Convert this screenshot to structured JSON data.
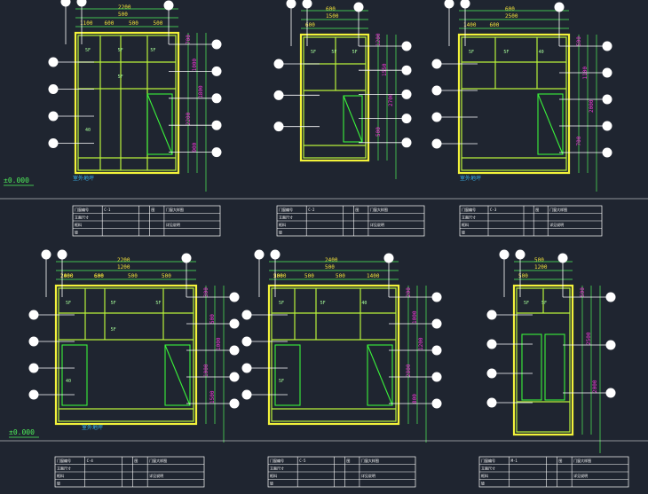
{
  "elevations": [
    {
      "id": "w1",
      "top_dims": [
        "500",
        "2200",
        "1100",
        "600",
        "500",
        "500"
      ],
      "side_dims": [
        "700",
        "1000",
        "1800",
        "2200",
        "900"
      ],
      "glass": [
        "5F",
        "5F",
        "5F",
        "40",
        "5F"
      ]
    },
    {
      "id": "w2",
      "top_dims": [
        "1500",
        "600",
        "600"
      ],
      "side_dims": [
        "1200",
        "1550",
        "2700",
        "500"
      ],
      "glass": [
        "5F",
        "5F",
        "5F"
      ]
    },
    {
      "id": "w3",
      "top_dims": [
        "2500",
        "600",
        "1400",
        "600"
      ],
      "side_dims": [
        "500",
        "1100",
        "2000",
        "700"
      ],
      "glass": [
        "5F",
        "5F",
        "40"
      ]
    },
    {
      "id": "w4",
      "top_dims": [
        "1200",
        "2200",
        "2000",
        "600",
        "500",
        "500",
        "1400",
        "600"
      ],
      "side_dims": [
        "300",
        "500",
        "1000",
        "1000",
        "1500"
      ],
      "glass": [
        "5F",
        "5F",
        "5F",
        "40",
        "5F"
      ]
    },
    {
      "id": "w5",
      "top_dims": [
        "500",
        "2400",
        "2000",
        "500",
        "500",
        "1400",
        "500"
      ],
      "side_dims": [
        "200",
        "1000",
        "1200",
        "2800",
        "800"
      ],
      "glass": [
        "5F",
        "5F",
        "40",
        "5F"
      ]
    },
    {
      "id": "w6",
      "top_dims": [
        "1200",
        "500",
        "500"
      ],
      "side_dims": [
        "500",
        "2500",
        "2000"
      ],
      "glass": [
        "5F",
        "5F"
      ]
    }
  ],
  "level_label": "±0.000",
  "exterior_label": "室外地坪",
  "title_blocks": [
    {
      "rows": [
        [
          "门窗编号",
          "C-1",
          "图",
          "门窗大样图"
        ],
        [
          "立面尺寸",
          "",
          "",
          " "
        ],
        [
          "框料",
          "",
          "",
          "详见说明"
        ],
        [
          "玻",
          "",
          "",
          ""
        ]
      ]
    },
    {
      "rows": [
        [
          "门窗编号",
          "C-2",
          "图",
          "门窗大样图"
        ],
        [
          "立面尺寸",
          "",
          "",
          " "
        ],
        [
          "框料",
          "",
          "",
          "详见说明"
        ],
        [
          "玻",
          "",
          "",
          ""
        ]
      ]
    },
    {
      "rows": [
        [
          "门窗编号",
          "C-3",
          "图",
          "门窗大样图"
        ],
        [
          "立面尺寸",
          "",
          "",
          " "
        ],
        [
          "框料",
          "",
          "",
          "详见说明"
        ],
        [
          "玻",
          "",
          "",
          ""
        ]
      ]
    },
    {
      "rows": [
        [
          "门窗编号",
          "C-4",
          "图",
          "门窗大样图"
        ],
        [
          "立面尺寸",
          "",
          "",
          " "
        ],
        [
          "框料",
          "",
          "",
          "详见说明"
        ],
        [
          "玻",
          "",
          "",
          ""
        ]
      ]
    },
    {
      "rows": [
        [
          "门窗编号",
          "C-5",
          "图",
          "门窗大样图"
        ],
        [
          "立面尺寸",
          "",
          "",
          " "
        ],
        [
          "框料",
          "",
          "",
          "详见说明"
        ],
        [
          "玻",
          "",
          "",
          ""
        ]
      ]
    },
    {
      "rows": [
        [
          "门窗编号",
          "M-1",
          "图",
          "门窗大样图"
        ],
        [
          "立面尺寸",
          "",
          "",
          " "
        ],
        [
          "框料",
          "",
          "",
          "详见说明"
        ],
        [
          "玻",
          "",
          "",
          ""
        ]
      ]
    }
  ],
  "colors": {
    "frame": "#f2f23a",
    "sash": "#3af23a",
    "dim": "#4ff25a",
    "background": "#1f2530"
  }
}
